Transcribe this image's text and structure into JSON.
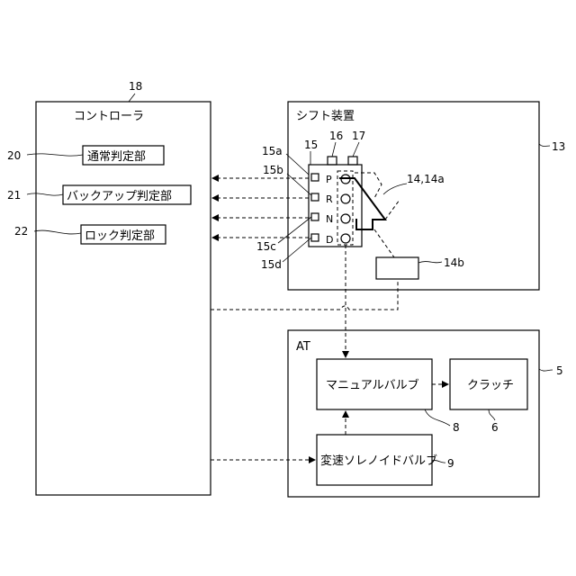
{
  "controller": {
    "ref": "18",
    "title": "コントローラ",
    "units": [
      {
        "ref": "20",
        "label": "通常判定部"
      },
      {
        "ref": "21",
        "label": "バックアップ判定部"
      },
      {
        "ref": "22",
        "label": "ロック判定部"
      }
    ]
  },
  "shift_device": {
    "ref": "13",
    "title": "シフト装置",
    "refs": {
      "r15": "15",
      "r16": "16",
      "r17": "17",
      "r15a": "15a",
      "r15b": "15b",
      "r15c": "15c",
      "r15d": "15d",
      "r14": "14,14a",
      "r14b": "14b"
    },
    "positions": [
      "P",
      "R",
      "N",
      "D"
    ]
  },
  "at": {
    "ref": "5",
    "title": "AT",
    "manual_valve": {
      "ref": "8",
      "label": "マニュアルバルブ"
    },
    "clutch": {
      "ref": "6",
      "label": "クラッチ"
    },
    "solenoid": {
      "ref": "9",
      "label": "変速ソレノイドバルブ"
    }
  }
}
